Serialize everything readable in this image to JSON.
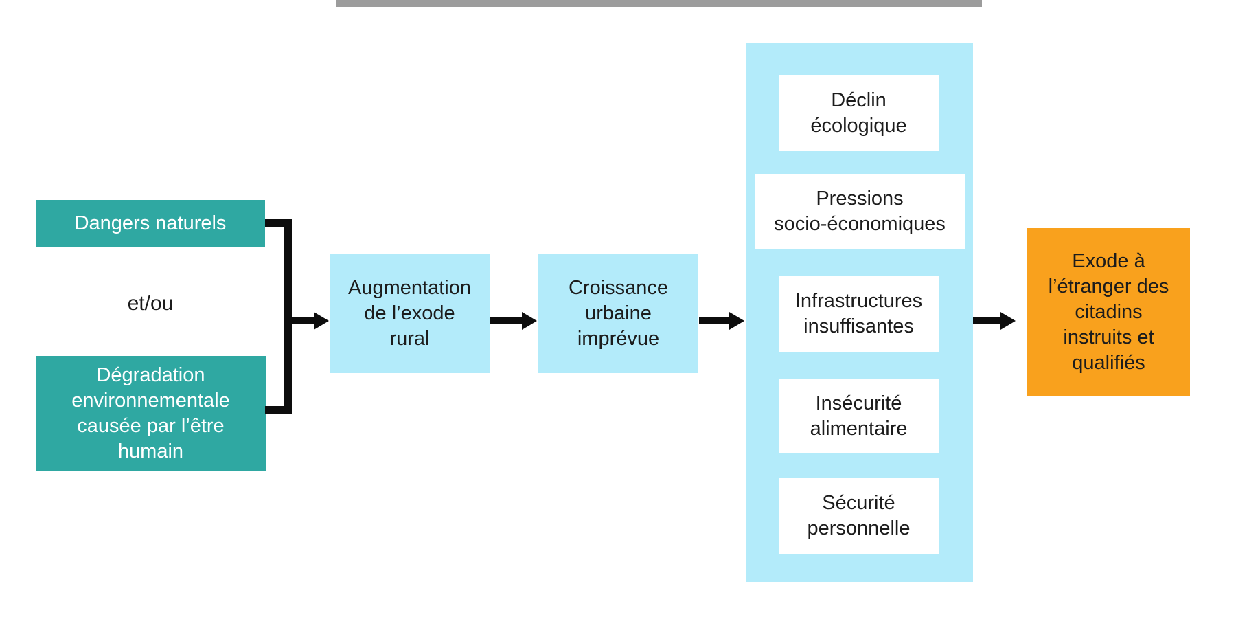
{
  "colors": {
    "teal": "#2FA8A2",
    "light_blue": "#B3EBFA",
    "orange": "#F9A11D",
    "line": "#0D0D0D",
    "text_dark": "#1C1C1C",
    "text_light": "#FFFFFF",
    "top_bar": "#9C9C9C",
    "bg": "#FFFFFF"
  },
  "diagram": {
    "causes": [
      {
        "label": "Dangers naturels"
      },
      {
        "label": "Dégradation\nenvironnementale\ncausée par l’être\nhumain"
      }
    ],
    "connector_label": "et/ou",
    "flow": [
      {
        "label": "Augmentation\nde l’exode\nrural"
      },
      {
        "label": "Croissance\nurbaine\nimprévue"
      }
    ],
    "consequences": [
      "Déclin\nécologique",
      "Pressions\nsocio-économiques",
      "Infrastructures\ninsuffisantes",
      "Insécurité\nalimentaire",
      "Sécurité\npersonnelle"
    ],
    "outcome": "Exode à\nl’étranger des\ncitadins\ninstruits et\nqualifiés"
  }
}
